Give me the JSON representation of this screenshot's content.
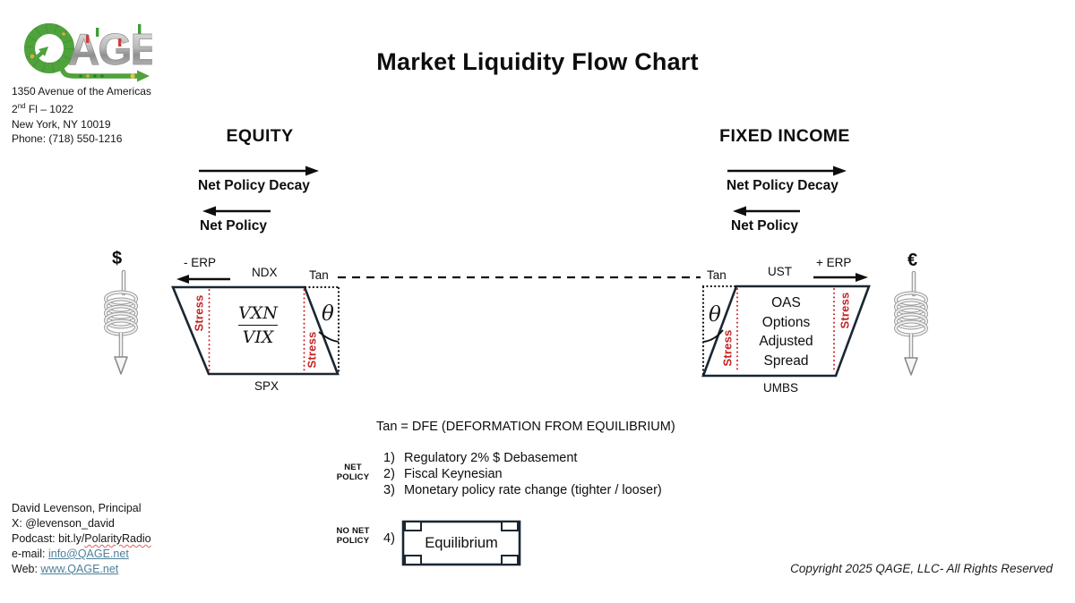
{
  "header": {
    "logo_age": "AGE",
    "title": "Market Liquidity Flow Chart",
    "address_line1": "1350 Avenue of the Americas",
    "address_floor_num": "2",
    "address_floor_sup": "nd",
    "address_floor_rest": " Fl – 1022",
    "address_line3": "New York, NY 10019",
    "address_line4": "Phone: (718) 550-1216"
  },
  "sections": {
    "equity": {
      "heading": "EQUITY",
      "decay_label": "Net Policy Decay",
      "policy_label": "Net Policy"
    },
    "fixed_income": {
      "heading": "FIXED INCOME",
      "decay_label": "Net Policy Decay",
      "policy_label": "Net Policy"
    }
  },
  "diagram": {
    "left": {
      "currency_symbol": "$",
      "erp_label": "- ERP",
      "index_top": "NDX",
      "index_bottom": "SPX",
      "tan_label": "Tan",
      "theta_symbol": "θ",
      "ratio_numerator": "VXN",
      "ratio_denominator": "VIX",
      "stress_label_outer": "Stress",
      "stress_label_inner": "Stress"
    },
    "right": {
      "currency_symbol": "€",
      "erp_label": "+ ERP",
      "index_top": "UST",
      "index_bottom": "UMBS",
      "tan_label": "Tan",
      "theta_symbol": "θ",
      "content_line1": "OAS",
      "content_line2": "Options",
      "content_line3": "Adjusted",
      "content_line4": "Spread",
      "stress_label_inner": "Stress",
      "stress_label_outer": "Stress"
    }
  },
  "notes": {
    "tan_definition": "Tan = DFE (DEFORMATION FROM EQUILIBRIUM)",
    "net_policy_line1": "NET",
    "net_policy_line2": "POLICY",
    "items": [
      {
        "num": "1)",
        "text": "Regulatory 2% $ Debasement"
      },
      {
        "num": "2)",
        "text": "Fiscal Keynesian"
      },
      {
        "num": "3)",
        "text": "Monetary policy rate change (tighter / looser)"
      }
    ],
    "no_net_policy_line1": "NO NET",
    "no_net_policy_line2": "POLICY",
    "item4_num": "4)",
    "equilibrium_label": "Equilibrium"
  },
  "footer": {
    "contact_name": "David Levenson, Principal",
    "contact_x": "X: @levenson_david",
    "podcast_prefix": "Podcast: bit.ly/",
    "podcast_word": "PolarityRadio",
    "email_prefix": "e-mail: ",
    "email_link": "info@QAGE.net",
    "web_prefix": "Web: ",
    "web_link": "www.QAGE.net",
    "copyright": "Copyright 2025 QAGE, LLC- All Rights Reserved"
  },
  "colors": {
    "outline_dark": "#1a2732",
    "stress_red": "#c32222",
    "accent_green": "#4fa23c",
    "link_blue": "#4d7f99"
  }
}
